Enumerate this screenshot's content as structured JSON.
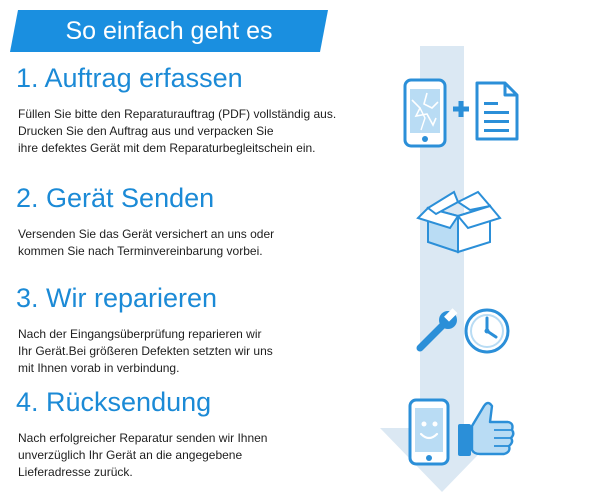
{
  "banner": {
    "title": "So einfach geht es"
  },
  "colors": {
    "accent": "#1b8ad6",
    "banner": "#1a8fe0",
    "arrow": "#dbe8f3",
    "icon_blue": "#2b8fd8",
    "icon_light": "#b9dcf4"
  },
  "steps": [
    {
      "heading": "1. Auftrag erfassen",
      "lines": [
        "Füllen Sie bitte den Reparaturauftrag (PDF) vollständig aus.",
        "Drucken Sie den Auftrag aus und verpacken Sie",
        "ihre defektes Gerät mit dem Reparaturbegleitschein ein."
      ],
      "icons": [
        "broken-phone-icon",
        "plus-icon",
        "document-icon"
      ]
    },
    {
      "heading": "2. Gerät Senden",
      "lines": [
        "Versenden Sie das Gerät versichert an uns oder",
        "kommen Sie nach Terminvereinbarung vorbei."
      ],
      "icons": [
        "open-box-icon"
      ]
    },
    {
      "heading": "3. Wir reparieren",
      "lines": [
        "Nach der Eingangsüberprüfung reparieren wir",
        "Ihr Gerät.Bei größeren Defekten setzten wir uns",
        "mit Ihnen vorab in verbindung."
      ],
      "icons": [
        "wrench-icon",
        "clock-icon"
      ]
    },
    {
      "heading": "4. Rücksendung",
      "lines": [
        "Nach erfolgreicher Reparatur senden wir Ihnen",
        "unverzüglich Ihr Gerät an die angegebene",
        "Lieferadresse zurück."
      ],
      "icons": [
        "smiling-phone-icon",
        "thumbs-up-icon"
      ]
    }
  ]
}
